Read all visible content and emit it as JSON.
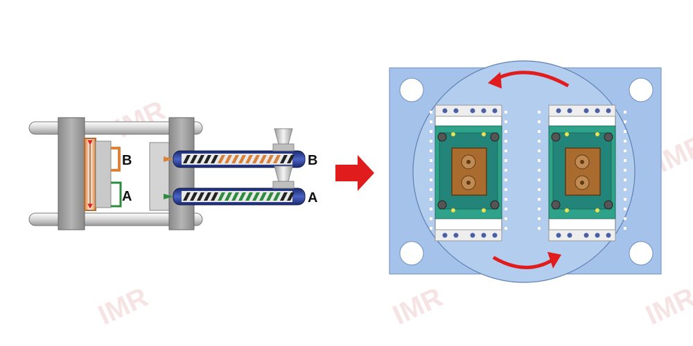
{
  "labels": {
    "left_b": "B",
    "left_a": "A",
    "right_b": "B",
    "right_a": "A"
  },
  "watermark": {
    "text": "IMR",
    "color": "#e8b3b3"
  },
  "colors": {
    "plate": "#a4c2ea",
    "platen": "#9a9a9a",
    "mold_orange": "#d9823c",
    "mold_green": "#2e8a3c",
    "barrel": "#253a8c",
    "screw": "#222222",
    "arrow_red": "#e01c1c",
    "pcb": "#2fa38a",
    "block": "#a96b2e"
  },
  "icons": {
    "transfer_arrow": "right-arrow-icon",
    "rotation": "rotate-arrow-icon"
  }
}
